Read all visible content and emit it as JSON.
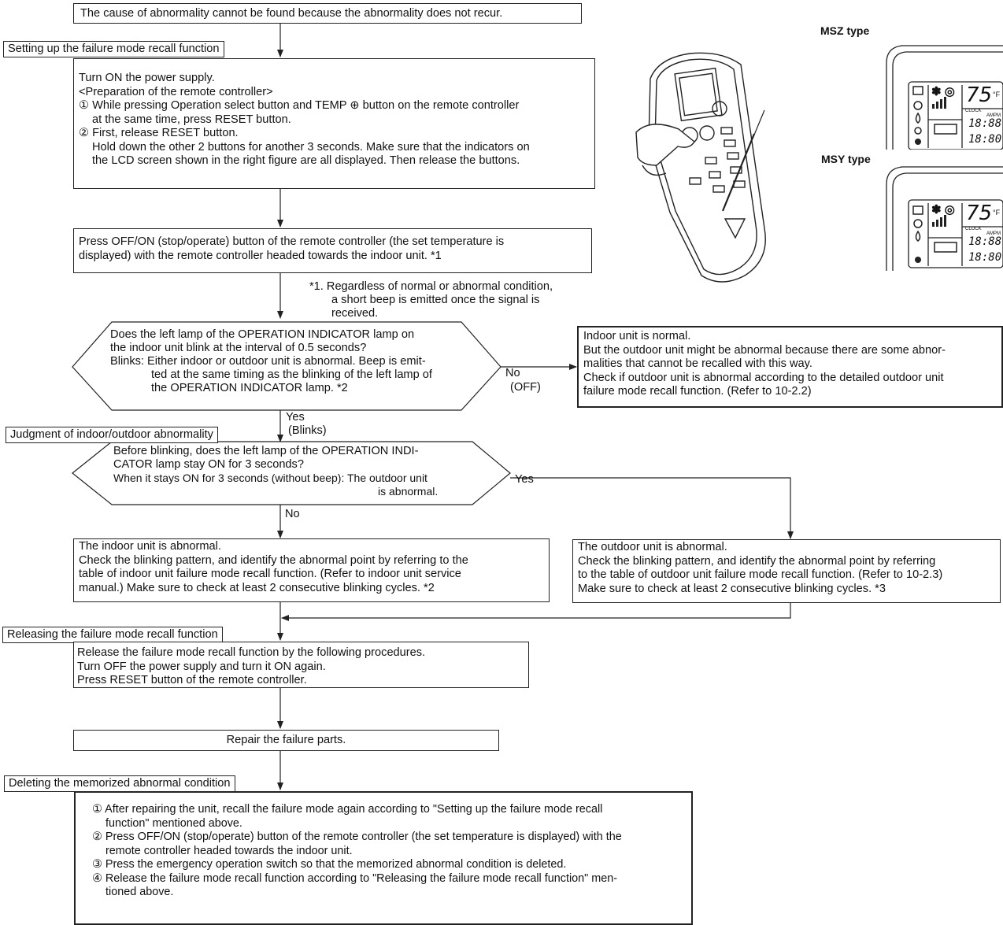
{
  "top_box": "The cause of abnormality cannot be found because the abnormality does not recur.",
  "labels": {
    "setup": "Setting up the failure mode recall function",
    "judgment": "Judgment of indoor/outdoor abnormality",
    "releasing": "Releasing the failure mode recall function",
    "deleting": "Deleting the memorized abnormal condition"
  },
  "setup_box": {
    "l1": "Turn ON the power supply.",
    "l2": "<Preparation of the remote controller>",
    "l3": "① While pressing Operation select button and TEMP ⊕ button on the remote controller",
    "l4": "at the same time, press RESET button.",
    "l5": "② First, release RESET button.",
    "l6": "Hold down the other 2 buttons for another 3 seconds. Make sure that the indicators on",
    "l7": "the LCD screen shown in the right figure are all displayed. Then release the buttons."
  },
  "press_box": {
    "l1": "Press OFF/ON (stop/operate) button of the remote controller (the set temperature is",
    "l2": "displayed) with the remote controller headed towards the indoor unit. *1"
  },
  "note1": {
    "l1": "*1. Regardless of normal or abnormal condition,",
    "l2": "a short beep is emitted once the signal is",
    "l3": "received."
  },
  "diamond1": {
    "l1": "Does the left lamp of the OPERATION INDICATOR lamp on",
    "l2": "the indoor unit blink at the interval of 0.5 seconds?",
    "l3": "Blinks: Either indoor or outdoor unit is abnormal. Beep is emit-",
    "l4": "ted at the same timing as the blinking of the left lamp of",
    "l5": "the OPERATION INDICATOR lamp. *2"
  },
  "no_off": {
    "no": "No",
    "off": "(OFF)"
  },
  "yes_blinks": {
    "yes": "Yes",
    "blinks": "(Blinks)"
  },
  "indoor_normal_box": {
    "l1": "Indoor unit is normal.",
    "l2": "But the outdoor unit might be abnormal because there are some abnor-",
    "l3": "malities that cannot be recalled with this way.",
    "l4": "Check if outdoor unit is abnormal according to the detailed outdoor unit",
    "l5": "failure mode recall function. (Refer to 10-2.2)"
  },
  "diamond2": {
    "l1": "Before blinking, does the left lamp of the OPERATION INDI-",
    "l2": "CATOR lamp stay ON for 3 seconds?",
    "l3": "When it stays ON for 3 seconds (without beep): The outdoor unit",
    "l4": "is abnormal."
  },
  "yes2": "Yes",
  "no2": "No",
  "indoor_abn_box": {
    "l1": "The indoor unit is abnormal.",
    "l2": "Check the blinking pattern, and identify the abnormal point by referring to the",
    "l3": "table of indoor unit failure mode recall function. (Refer to indoor unit service",
    "l4": "manual.) Make sure to check at least 2 consecutive blinking cycles. *2"
  },
  "outdoor_abn_box": {
    "l1": "The outdoor unit is abnormal.",
    "l2": "Check the blinking pattern, and identify the abnormal point by referring",
    "l3": "to the table of outdoor unit failure mode recall function. (Refer to 10-2.3)",
    "l4": "Make sure to check at least 2 consecutive blinking cycles. *3"
  },
  "release_box": {
    "l1": "Release the failure mode recall function by the following procedures.",
    "l2": "Turn OFF the power supply and turn it ON again.",
    "l3": "Press RESET button of the remote controller."
  },
  "repair_box": "Repair the failure parts.",
  "delete_box": {
    "l1": "① After repairing the unit, recall the failure mode again according to \"Setting up the failure mode recall",
    "l2": "function\" mentioned above.",
    "l3": "② Press OFF/ON (stop/operate) button of the remote controller (the set temperature is displayed) with the",
    "l4": "remote controller headed towards the indoor unit.",
    "l5": "③ Press the emergency operation switch so that the memorized abnormal condition is deleted.",
    "l6": "④ Release the failure mode recall function according to \"Releasing the failure mode recall function\" men-",
    "l7": "tioned above."
  },
  "figure": {
    "msz_label": "MSZ type",
    "msy_label": "MSY type",
    "lcd_temp": "75",
    "lcd_unit": "°F",
    "lcd_time": "18:88",
    "lcd_time2": "18:80",
    "lcd_clock": "CLOCK",
    "lcd_ampm": "AMPM"
  }
}
